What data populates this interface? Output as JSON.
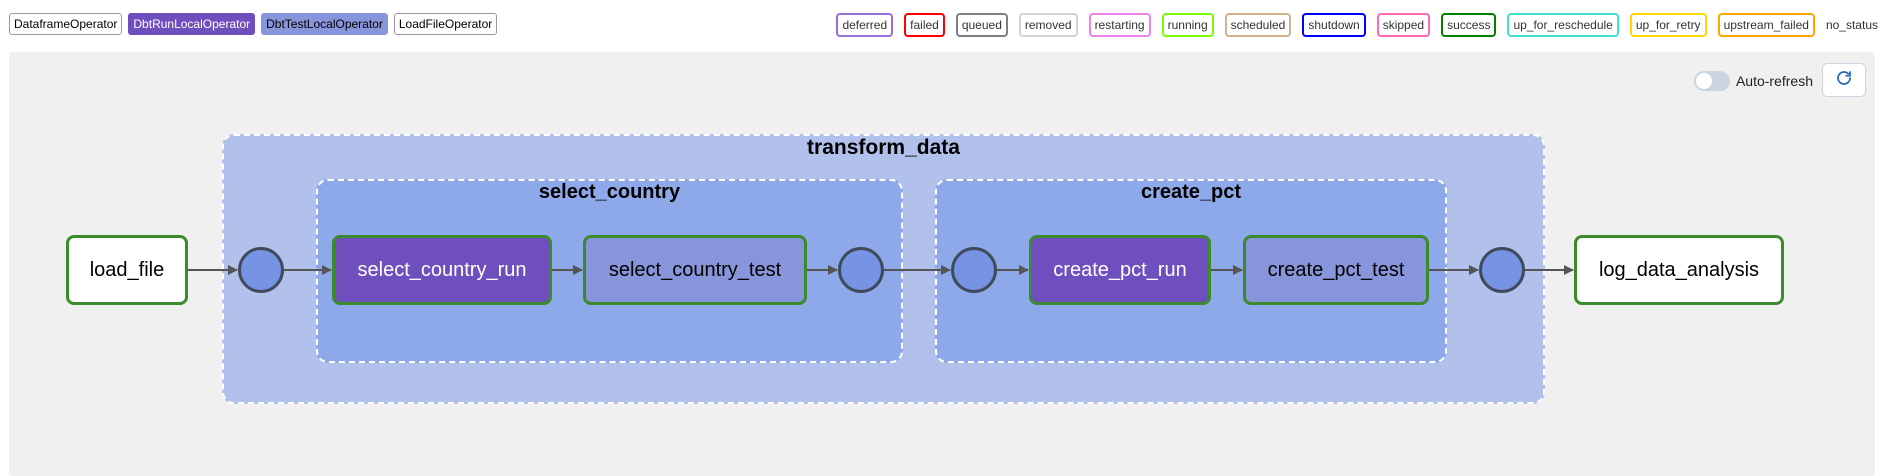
{
  "operators": [
    {
      "label": "DataframeOperator",
      "bg": "#ffffff",
      "fg": "#000000",
      "border": "#999999"
    },
    {
      "label": "DbtRunLocalOperator",
      "bg": "#6f4fbd",
      "fg": "#ffffff",
      "border": "#6f4fbd"
    },
    {
      "label": "DbtTestLocalOperator",
      "bg": "#8796db",
      "fg": "#000000",
      "border": "#8796db"
    },
    {
      "label": "LoadFileOperator",
      "bg": "#ffffff",
      "fg": "#000000",
      "border": "#999999"
    }
  ],
  "statuses": [
    {
      "label": "deferred",
      "color": "#9370db"
    },
    {
      "label": "failed",
      "color": "#ff0000"
    },
    {
      "label": "queued",
      "color": "#808080"
    },
    {
      "label": "removed",
      "color": "#d3d3d3"
    },
    {
      "label": "restarting",
      "color": "#ee82ee"
    },
    {
      "label": "running",
      "color": "#7cfc00"
    },
    {
      "label": "scheduled",
      "color": "#d2b48c"
    },
    {
      "label": "shutdown",
      "color": "#0000ff"
    },
    {
      "label": "skipped",
      "color": "#ff69b4"
    },
    {
      "label": "success",
      "color": "#008000"
    },
    {
      "label": "up_for_reschedule",
      "color": "#40e0d0"
    },
    {
      "label": "up_for_retry",
      "color": "#ffd700"
    },
    {
      "label": "upstream_failed",
      "color": "#ffa500"
    },
    {
      "label": "no_status",
      "color": ""
    }
  ],
  "controls": {
    "auto_refresh_label": "Auto-refresh",
    "auto_refresh_on": false,
    "refresh_icon": "refresh-icon"
  },
  "groups": {
    "transform_data": {
      "title": "transform_data",
      "color": "#b2c1ec"
    },
    "select_country": {
      "title": "select_country",
      "color": "#8ea9ea"
    },
    "create_pct": {
      "title": "create_pct",
      "color": "#8ea9ea"
    }
  },
  "tasks": {
    "load_file": {
      "label": "load_file",
      "state": "success",
      "operator": "LoadFileOperator",
      "bg": "#ffffff",
      "fg": "#000000"
    },
    "select_country_run": {
      "label": "select_country_run",
      "state": "success",
      "operator": "DbtRunLocalOperator",
      "bg": "#6f4fbd",
      "fg": "#ffffff"
    },
    "select_country_test": {
      "label": "select_country_test",
      "state": "success",
      "operator": "DbtTestLocalOperator",
      "bg": "#8796db",
      "fg": "#000000"
    },
    "create_pct_run": {
      "label": "create_pct_run",
      "state": "success",
      "operator": "DbtRunLocalOperator",
      "bg": "#6f4fbd",
      "fg": "#ffffff"
    },
    "create_pct_test": {
      "label": "create_pct_test",
      "state": "success",
      "operator": "DbtTestLocalOperator",
      "bg": "#8796db",
      "fg": "#000000"
    },
    "log_data_analysis": {
      "label": "log_data_analysis",
      "state": "success",
      "operator": "DataframeOperator",
      "bg": "#ffffff",
      "fg": "#000000"
    }
  },
  "edges": [
    [
      "load_file",
      "join_1"
    ],
    [
      "join_1",
      "select_country_run"
    ],
    [
      "select_country_run",
      "select_country_test"
    ],
    [
      "select_country_test",
      "join_2"
    ],
    [
      "join_2",
      "join_3"
    ],
    [
      "join_3",
      "create_pct_run"
    ],
    [
      "create_pct_run",
      "create_pct_test"
    ],
    [
      "create_pct_test",
      "join_4"
    ],
    [
      "join_4",
      "log_data_analysis"
    ]
  ]
}
